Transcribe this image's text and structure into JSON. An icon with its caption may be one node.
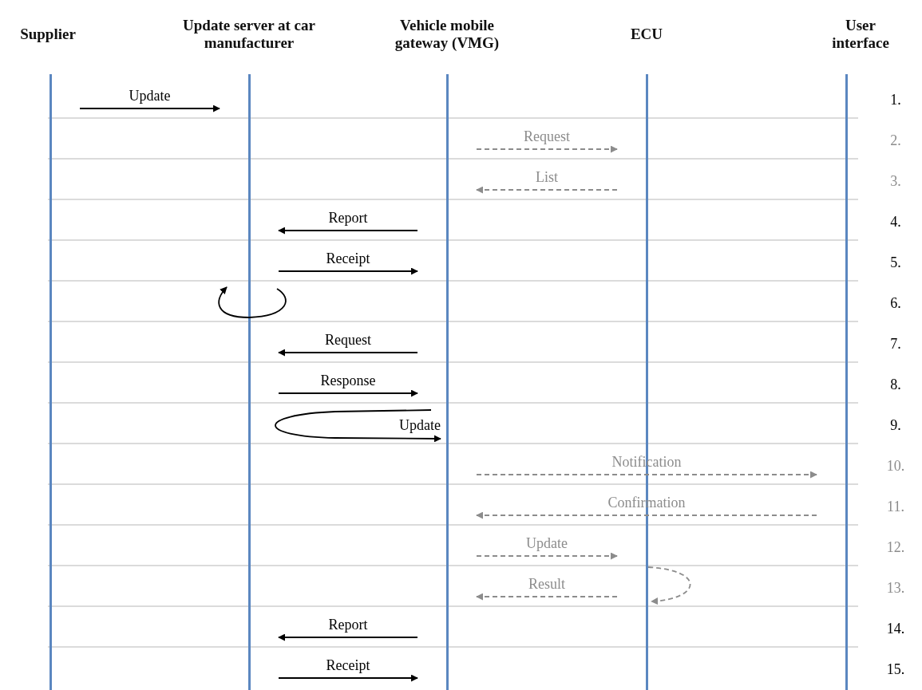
{
  "diagram": {
    "nodes": [
      {
        "text": [
          "Supplier"
        ]
      },
      {
        "text": [
          "Update server at car manufacturer"
        ]
      },
      {
        "text": [
          "Vehicle mobile gateway (VMG)"
        ]
      },
      {
        "text": [
          "ECU"
        ]
      },
      {
        "text": [
          "User interface"
        ]
      }
    ],
    "edges": [
      {
        "from": 0,
        "to": 1,
        "arrow": "to",
        "label": "Update"
      },
      {
        "from": 2,
        "to": 3,
        "arrow": "to",
        "label": "Request",
        "style": "dashed",
        "color": "#8c8c8c"
      },
      {
        "from": 3,
        "to": 2,
        "arrow": "to",
        "label": "List",
        "style": "dashed",
        "color": "#8c8c8c"
      },
      {
        "from": 2,
        "to": 1,
        "arrow": "to",
        "label": "Report"
      },
      {
        "from": 1,
        "to": 2,
        "arrow": "to",
        "label": "Receipt"
      },
      {
        "from": 1,
        "to": 1,
        "arrow": "to"
      },
      {
        "from": 2,
        "to": 1,
        "arrow": "to",
        "label": "Request"
      },
      {
        "from": 1,
        "to": 2,
        "arrow": "to",
        "label": "Response"
      },
      {
        "from": 2,
        "to": 2,
        "arrow": "to",
        "label": "Update"
      },
      {
        "from": 2,
        "to": 4,
        "arrow": "to",
        "label": "Notification",
        "style": "dashed",
        "color": "#8c8c8c"
      },
      {
        "from": 4,
        "to": 2,
        "arrow": "to",
        "label": "Confirmation",
        "style": "dashed",
        "color": "#8c8c8c"
      },
      {
        "from": 2,
        "to": 3,
        "arrow": "to",
        "label": "Update",
        "style": "dashed",
        "color": "#8c8c8c"
      },
      {
        "from": 3,
        "to": 3,
        "arrow": "to",
        "style": "dashed",
        "color": "#8c8c8c"
      },
      {
        "from": 3,
        "to": 2,
        "arrow": "to",
        "label": "Result",
        "style": "dashed",
        "color": "#8c8c8c"
      },
      {
        "from": 2,
        "to": 1,
        "arrow": "to",
        "label": "Report"
      },
      {
        "from": 1,
        "to": 2,
        "arrow": "to",
        "label": "Receipt"
      }
    ],
    "labels": [
      "1.",
      "2.",
      "3.",
      "4.",
      "5.",
      "6.",
      "7.",
      "8.",
      "9.",
      "10.",
      "11.",
      "12.",
      "13.",
      "14.",
      "15."
    ]
  }
}
